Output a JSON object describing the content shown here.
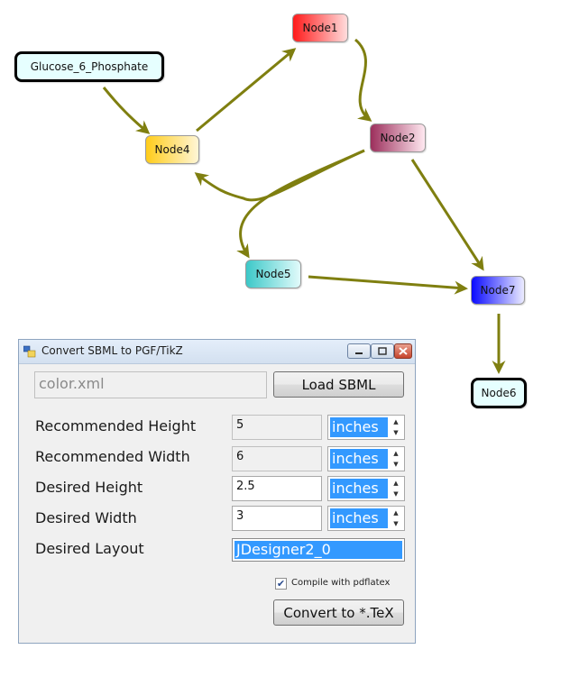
{
  "network": {
    "nodes": [
      {
        "id": "Glucose_6_Phosphate",
        "label": "Glucose_6_Phosphate",
        "fill": "#e6ffff",
        "style": "boundary"
      },
      {
        "id": "Node1",
        "label": "Node1",
        "fill": "#ff2a2a",
        "style": "gradient"
      },
      {
        "id": "Node2",
        "label": "Node2",
        "fill": "#a03060",
        "style": "gradient"
      },
      {
        "id": "Node4",
        "label": "Node4",
        "fill": "#ffd030",
        "style": "gradient"
      },
      {
        "id": "Node5",
        "label": "Node5",
        "fill": "#40d0d0",
        "style": "gradient"
      },
      {
        "id": "Node7",
        "label": "Node7",
        "fill": "#1010ff",
        "style": "gradient"
      },
      {
        "id": "Node6",
        "label": "Node6",
        "fill": "#e6ffff",
        "style": "boundary"
      }
    ],
    "edge_color": "#7f7f10",
    "edges": [
      {
        "from": "Glucose_6_Phosphate",
        "to": "Node4"
      },
      {
        "from": "Node4",
        "to": "Node1"
      },
      {
        "from": "Node1",
        "to": "Node2"
      },
      {
        "from": "Node2",
        "to": "Node4"
      },
      {
        "from": "Node2",
        "to": "Node5"
      },
      {
        "from": "Node2",
        "to": "Node7"
      },
      {
        "from": "Node5",
        "to": "Node7"
      },
      {
        "from": "Node7",
        "to": "Node6"
      }
    ]
  },
  "dialog": {
    "title": "Convert SBML to PGF/TikZ",
    "file_field": "color.xml",
    "load_button": "Load SBML",
    "rows": [
      {
        "label": "Recommended Height",
        "value": "5",
        "unit": "inches",
        "readonly": true
      },
      {
        "label": "Recommended Width",
        "value": "6",
        "unit": "inches",
        "readonly": true
      },
      {
        "label": "Desired Height",
        "value": "2.5",
        "unit": "inches",
        "readonly": false
      },
      {
        "label": "Desired Width",
        "value": "3",
        "unit": "inches",
        "readonly": false
      }
    ],
    "layout_label": "Desired Layout",
    "layout_value": "JDesigner2_0",
    "compile_checked": true,
    "compile_label": "Compile with pdflatex",
    "convert_button": "Convert to *.TeX"
  }
}
